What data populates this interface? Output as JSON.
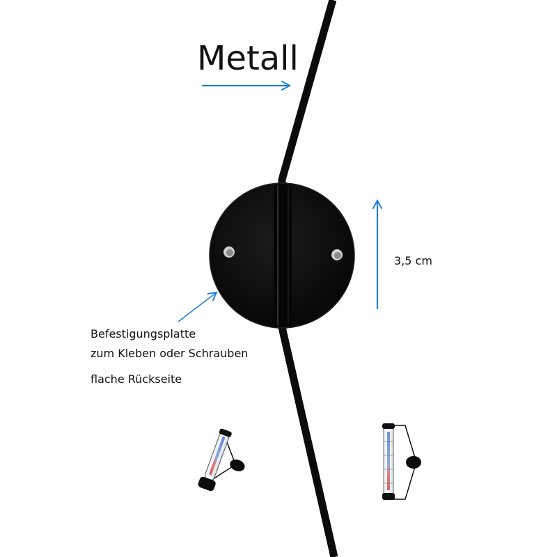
{
  "labels": {
    "material": "Metall",
    "size": "3,5 cm",
    "plate_line1": "Befestigungsplatte",
    "plate_line2": "zum Kleben oder Schrauben",
    "back": "flache Rückseite"
  },
  "colors": {
    "arrow": "#1f7fd6",
    "metal": "#0b0b0b",
    "text": "#111111",
    "background": "#ffffff"
  }
}
